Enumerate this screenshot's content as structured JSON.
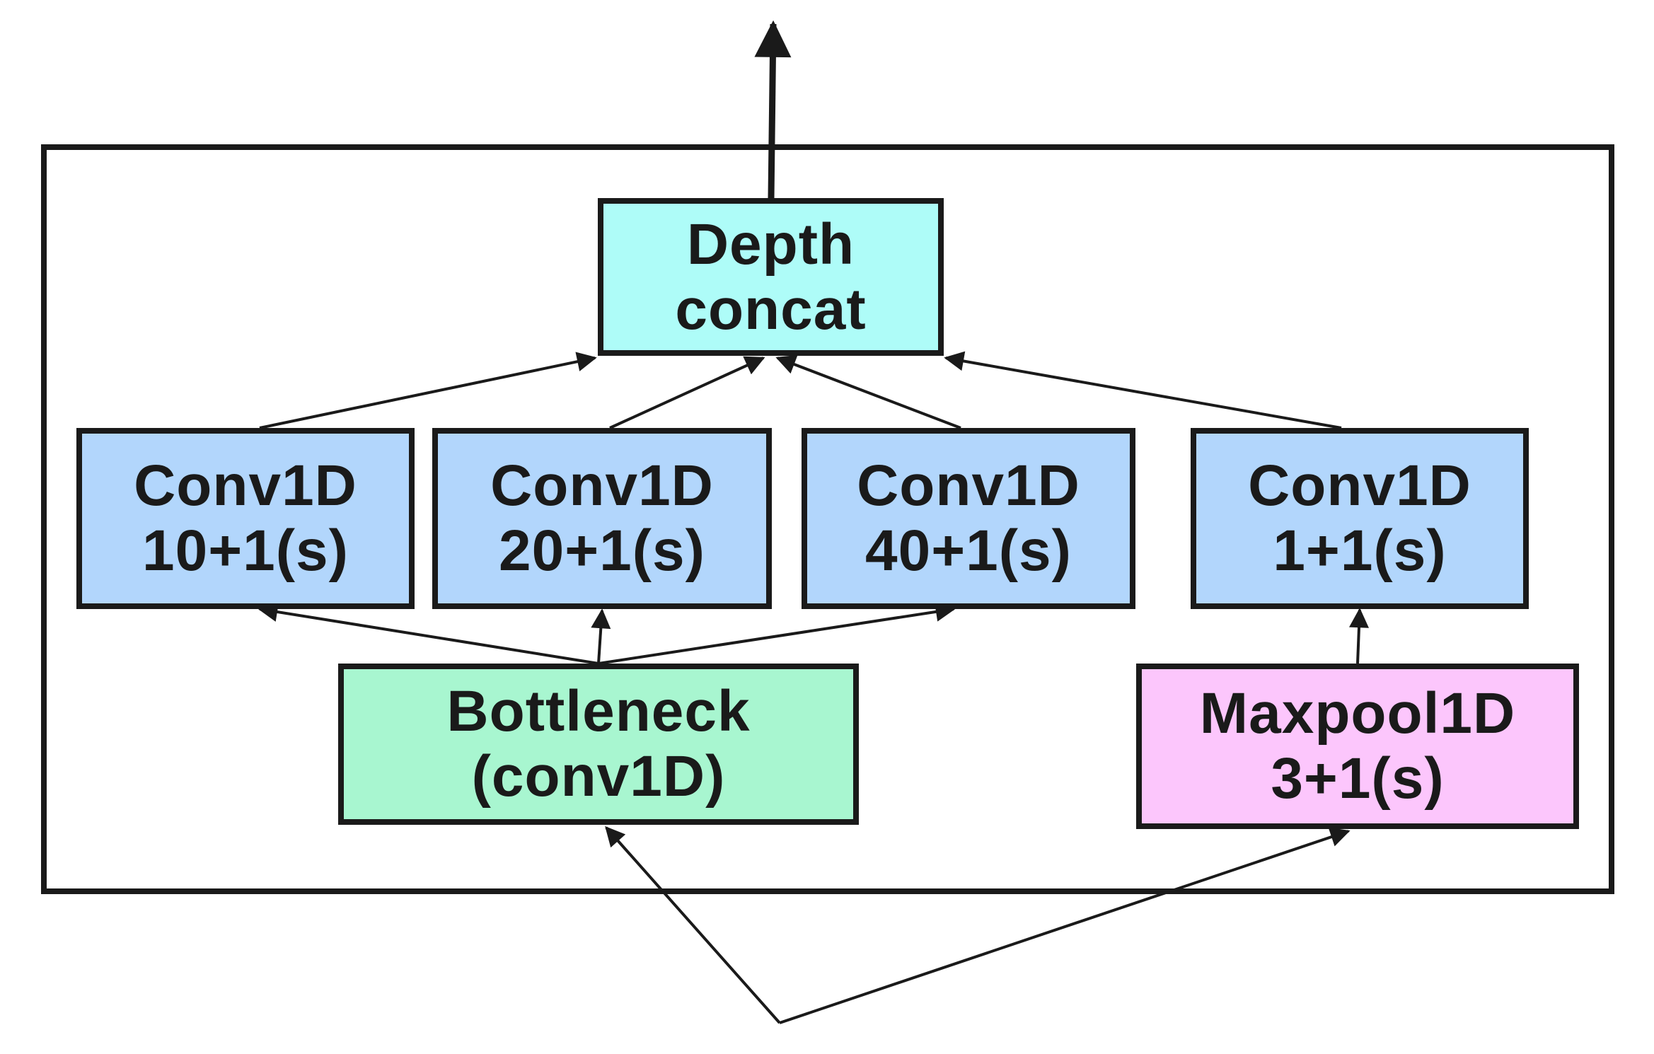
{
  "diagram": {
    "colors": {
      "concat": "#aefcf8",
      "conv": "#b2d6fc",
      "bottleneck": "#a8f6d0",
      "maxpool": "#fcc6fc",
      "stroke": "#1a1a1a"
    },
    "nodes": {
      "depth_concat": {
        "line1": "Depth",
        "line2": "concat"
      },
      "conv1d_10": {
        "line1": "Conv1D",
        "line2": "10+1(s)"
      },
      "conv1d_20": {
        "line1": "Conv1D",
        "line2": "20+1(s)"
      },
      "conv1d_40": {
        "line1": "Conv1D",
        "line2": "40+1(s)"
      },
      "conv1d_1": {
        "line1": "Conv1D",
        "line2": "1+1(s)"
      },
      "bottleneck": {
        "line1": "Bottleneck",
        "line2": "(conv1D)"
      },
      "maxpool": {
        "line1": "Maxpool1D",
        "line2": "3+1(s)"
      }
    },
    "edges": [
      {
        "from": "input",
        "to": "bottleneck"
      },
      {
        "from": "input",
        "to": "maxpool"
      },
      {
        "from": "bottleneck",
        "to": "conv1d_10"
      },
      {
        "from": "bottleneck",
        "to": "conv1d_20"
      },
      {
        "from": "bottleneck",
        "to": "conv1d_40"
      },
      {
        "from": "maxpool",
        "to": "conv1d_1"
      },
      {
        "from": "conv1d_10",
        "to": "depth_concat"
      },
      {
        "from": "conv1d_20",
        "to": "depth_concat"
      },
      {
        "from": "conv1d_40",
        "to": "depth_concat"
      },
      {
        "from": "conv1d_1",
        "to": "depth_concat"
      },
      {
        "from": "depth_concat",
        "to": "output"
      }
    ]
  }
}
